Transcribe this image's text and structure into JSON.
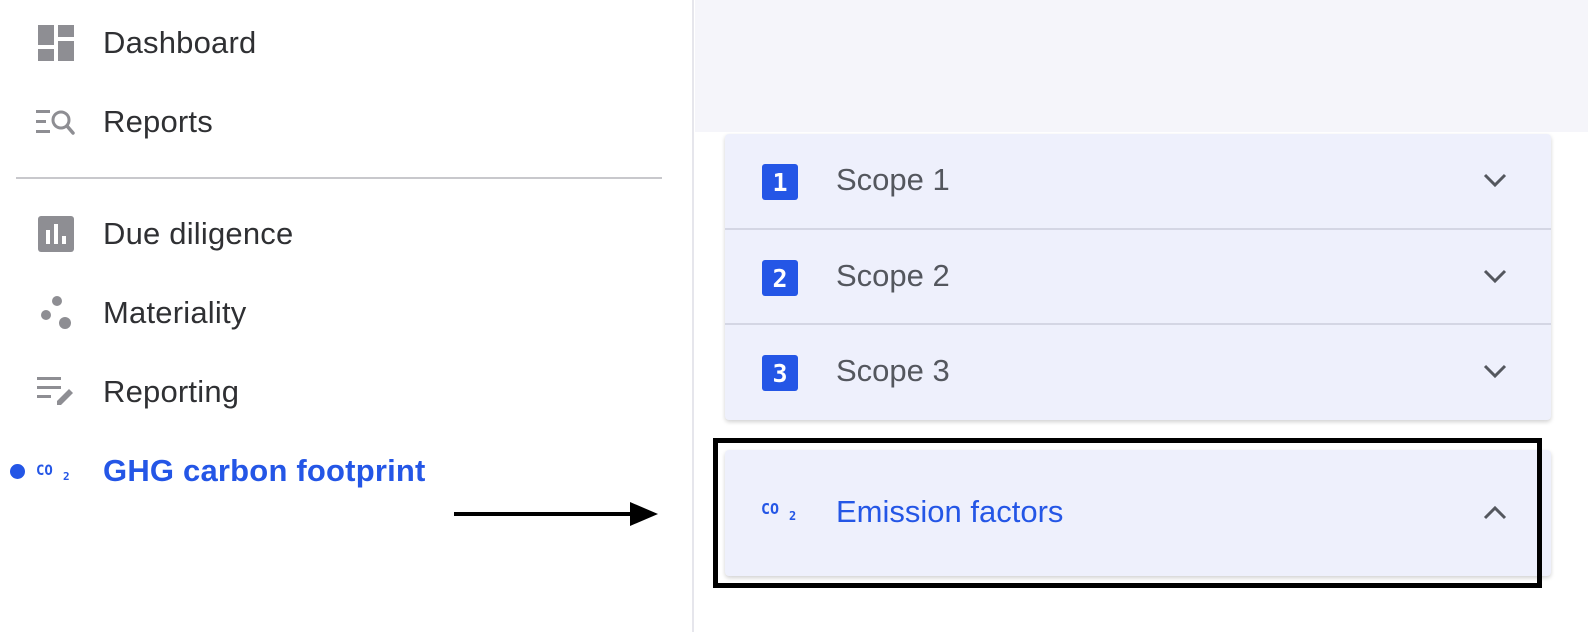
{
  "sidebar": {
    "items": [
      {
        "label": "Dashboard",
        "icon": "dashboard-icon"
      },
      {
        "label": "Reports",
        "icon": "reports-search-icon"
      },
      {
        "label": "Due diligence",
        "icon": "bar-chart-icon"
      },
      {
        "label": "Materiality",
        "icon": "bubbles-icon"
      },
      {
        "label": "Reporting",
        "icon": "edit-list-icon"
      },
      {
        "label": "GHG carbon footprint",
        "icon": "co2-icon",
        "active": true
      }
    ]
  },
  "main": {
    "scopes": [
      {
        "badge": "1",
        "label": "Scope 1",
        "icon": "chevron-down-icon"
      },
      {
        "badge": "2",
        "label": "Scope 2",
        "icon": "chevron-down-icon"
      },
      {
        "badge": "3",
        "label": "Scope 3",
        "icon": "chevron-down-icon"
      }
    ],
    "emission_factors": {
      "label": "Emission factors",
      "icon": "co2-icon",
      "chevron": "chevron-up-icon"
    }
  },
  "colors": {
    "accent": "#2456e6",
    "text": "#2f3033",
    "muted_text": "#54575e",
    "card_bg": "#eef0fc",
    "icon_gray": "#8e8e93",
    "header_bg": "#f5f5fa"
  }
}
